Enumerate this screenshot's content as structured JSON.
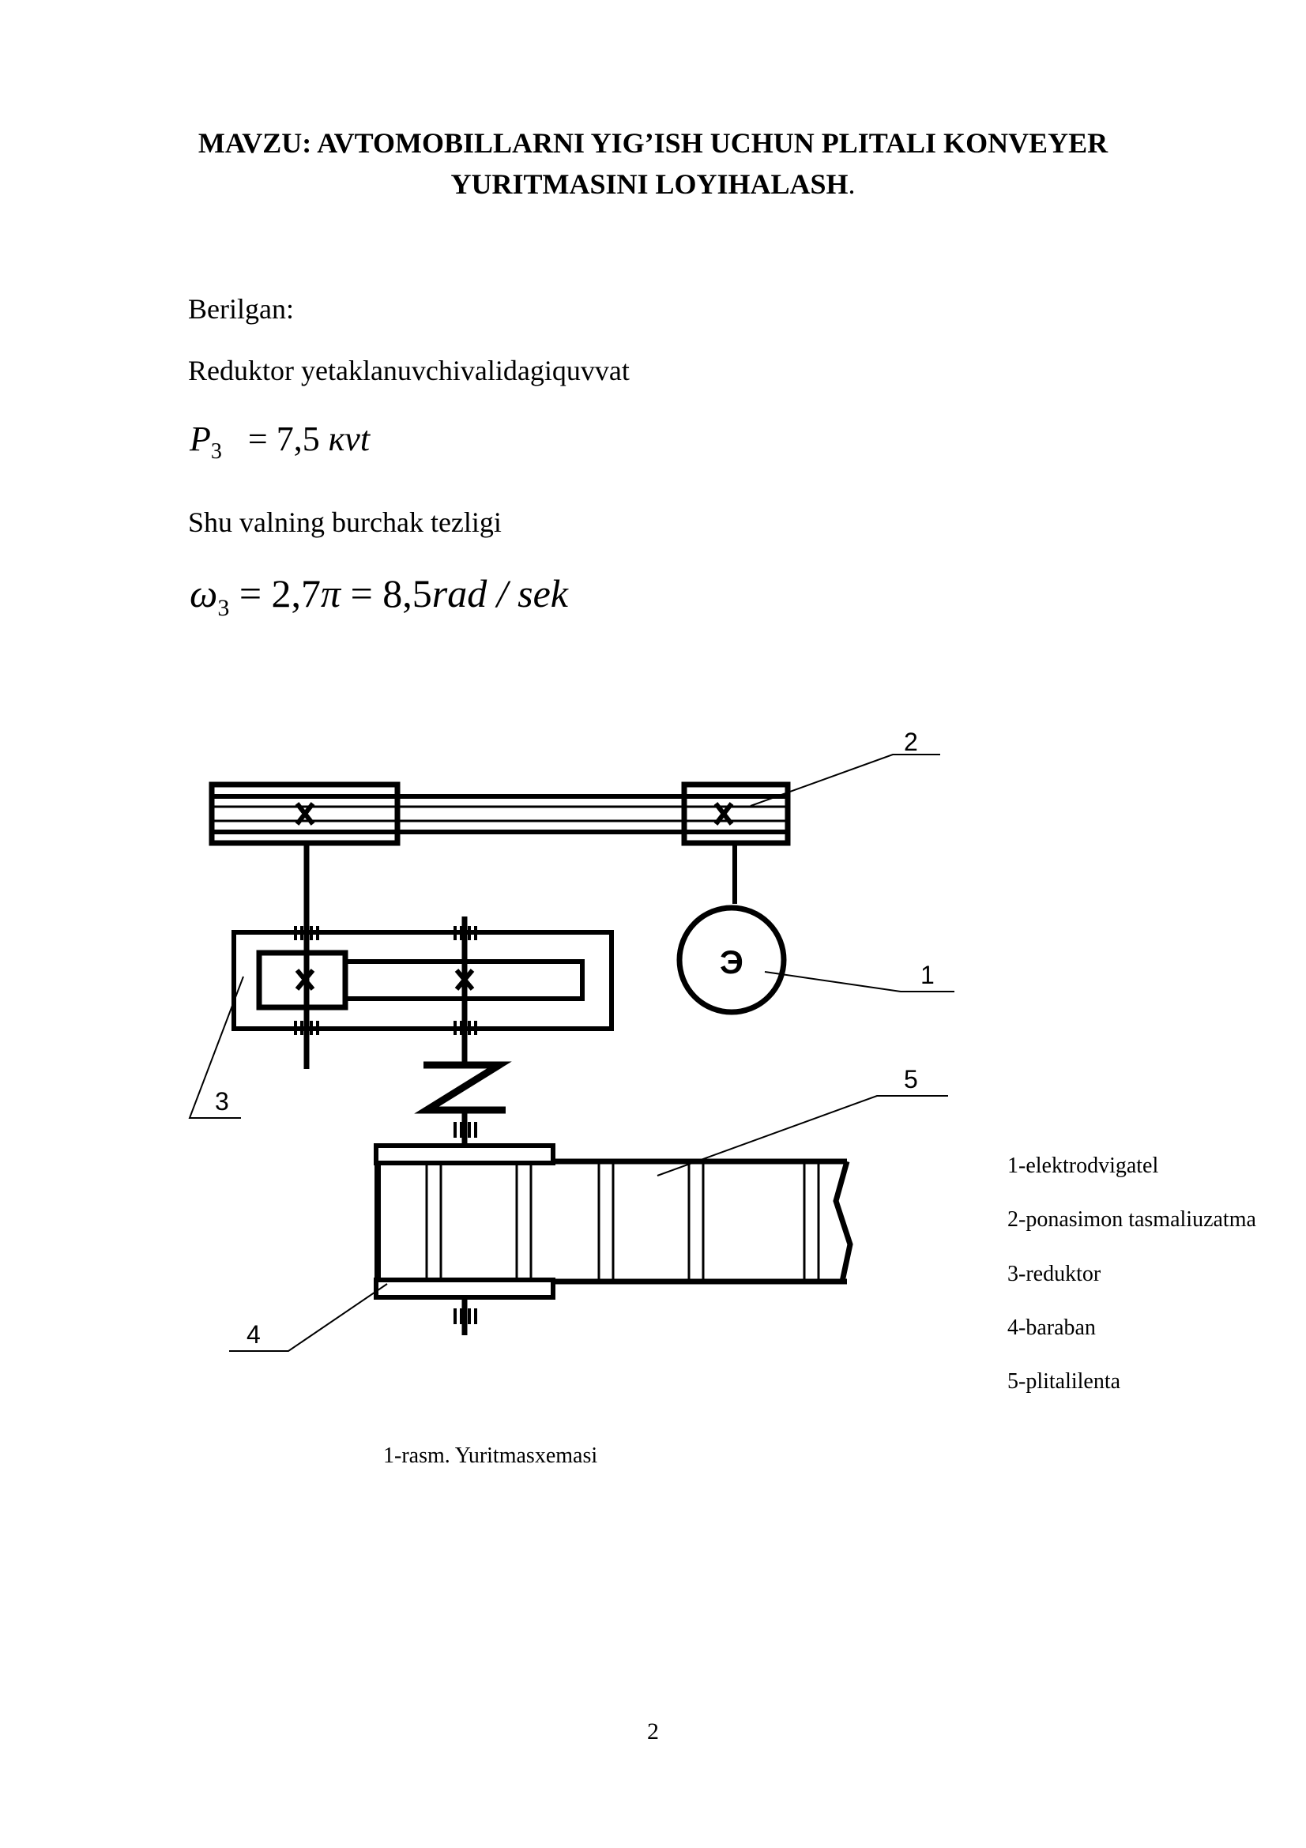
{
  "title": {
    "line1": "MAVZU: AVTOMOBILLARNI YIG’ISH UCHUN PLITALI KONVEYER",
    "line2_bold": "YURITMASINI LOYIHALASH",
    "line2_tail": "."
  },
  "given": {
    "heading": "Berilgan:",
    "power_label": "Reduktor yetaklanuvchivalidagiquvvat",
    "power_symbol": "P",
    "power_subscript": "3",
    "power_equals": "= 7,5",
    "power_unit": "кvt",
    "speed_label": "Shu valning burchak tezligi",
    "speed_symbol": "ω",
    "speed_subscript": "3",
    "speed_eq1": "= 2,7",
    "speed_pi": "π",
    "speed_eq2": "= 8,5",
    "speed_unit": "rad / sek"
  },
  "diagram": {
    "motor_letter": "Э",
    "callouts": [
      "1",
      "2",
      "3",
      "4",
      "5"
    ]
  },
  "legend": [
    "1-elektrodvigatel",
    "2-ponasimon tasmaliuzatma",
    "3-reduktor",
    "4-baraban",
    "5-plitalilenta"
  ],
  "caption": "1-rasm. Yuritmasxemasi",
  "page_number": "2"
}
